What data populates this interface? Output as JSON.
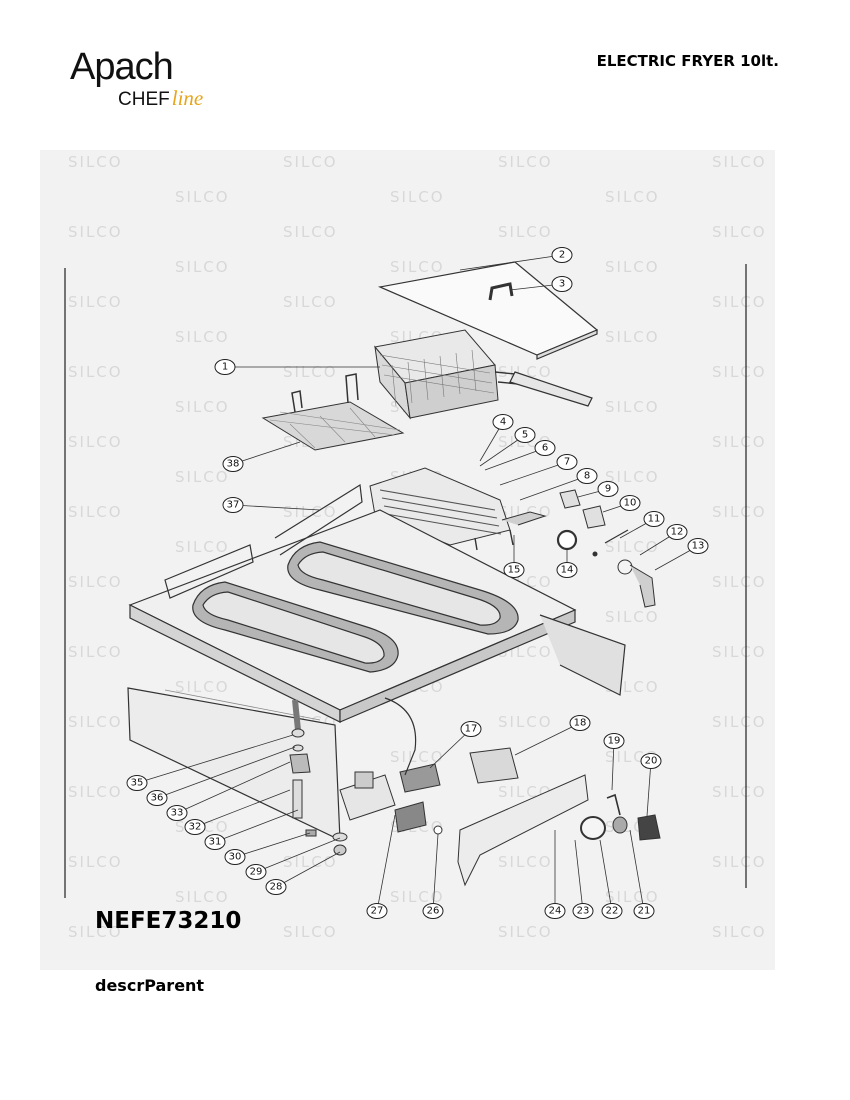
{
  "header": {
    "brand": "Apach",
    "brand_sub_chef": "CHEF",
    "brand_sub_line": "line",
    "document_title": "ELECTRIC FRYER 10lt."
  },
  "watermark": "SILCO",
  "diagram": {
    "callouts": [
      "1",
      "2",
      "3",
      "4",
      "5",
      "6",
      "7",
      "8",
      "9",
      "10",
      "11",
      "12",
      "13",
      "14",
      "15",
      "17",
      "18",
      "19",
      "20",
      "21",
      "22",
      "23",
      "24",
      "26",
      "27",
      "28",
      "29",
      "30",
      "31",
      "32",
      "33",
      "35",
      "36",
      "37",
      "38"
    ]
  },
  "footer": {
    "model_code": "NEFE73210",
    "description": "descrParent"
  }
}
